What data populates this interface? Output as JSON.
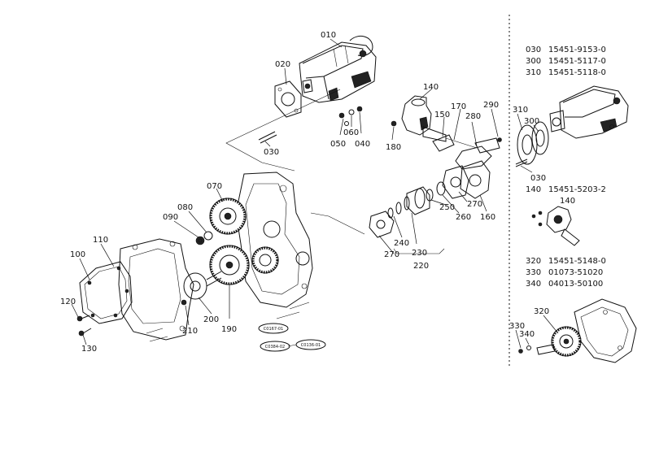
{
  "callouts": {
    "c010": "010",
    "c020": "020",
    "c030": "030",
    "c040": "040",
    "c050": "050",
    "c060": "060",
    "c070": "070",
    "c080": "080",
    "c090": "090",
    "c100": "100",
    "c110": "110",
    "c120": "120",
    "c130": "130",
    "c140": "140",
    "c150": "150",
    "c160": "160",
    "c170": "170",
    "c180": "180",
    "c190": "190",
    "c200": "200",
    "c210": "210",
    "c220": "220",
    "c230": "230",
    "c240": "240",
    "c250": "250",
    "c260": "260",
    "c270a": "270",
    "c270b": "270",
    "c280": "280",
    "c290": "290"
  },
  "inset_callouts": {
    "c310": "310",
    "c300": "300",
    "c030": "030",
    "c140": "140",
    "c320": "320",
    "c330": "330",
    "c340": "340"
  },
  "part_numbers": [
    {
      "ref": "030",
      "part": "15451-9153-0"
    },
    {
      "ref": "300",
      "part": "15451-5117-0"
    },
    {
      "ref": "310",
      "part": "15451-5118-0"
    },
    {
      "ref": "140",
      "part": "15451-5203-2"
    },
    {
      "ref": "320",
      "part": "15451-5148-0"
    },
    {
      "ref": "330",
      "part": "01073-51020"
    },
    {
      "ref": "340",
      "part": "04013-50100"
    }
  ],
  "reference_tags": [
    "C0167-01",
    "C0384-02",
    "C0136-01"
  ]
}
